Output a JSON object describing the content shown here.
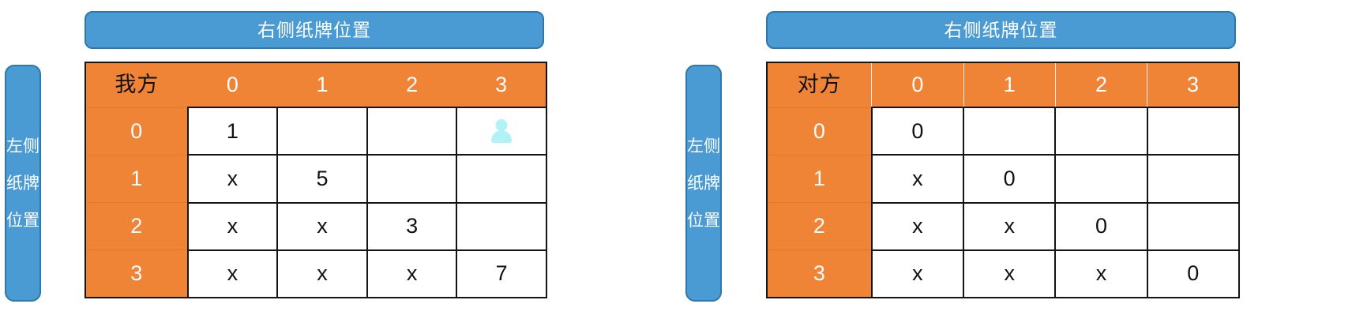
{
  "colors": {
    "banner_fill": "#4a9ad4",
    "banner_border": "#2e77ad",
    "header_orange": "#ef8336",
    "cell_border": "#141414",
    "cell_fill": "#ffffff",
    "person_icon": "#aff2f7"
  },
  "panels": [
    {
      "id": "my-side-matrix",
      "banner_label": "右侧纸牌位置",
      "side_label_segments": [
        "左侧",
        "纸牌",
        "位置"
      ],
      "corner_label": "我方",
      "column_headers": [
        "0",
        "1",
        "2",
        "3"
      ],
      "row_headers": [
        "0",
        "1",
        "2",
        "3"
      ],
      "rows": [
        [
          "1",
          "",
          "",
          "person-icon"
        ],
        [
          "x",
          "5",
          "",
          ""
        ],
        [
          "x",
          "x",
          "3",
          ""
        ],
        [
          "x",
          "x",
          "x",
          "7"
        ]
      ]
    },
    {
      "id": "opponent-side-matrix",
      "banner_label": "右侧纸牌位置",
      "side_label_segments": [
        "左侧",
        "纸牌",
        "位置"
      ],
      "corner_label": "对方",
      "column_headers": [
        "0",
        "1",
        "2",
        "3"
      ],
      "row_headers": [
        "0",
        "1",
        "2",
        "3"
      ],
      "rows": [
        [
          "0",
          "",
          "",
          ""
        ],
        [
          "x",
          "0",
          "",
          ""
        ],
        [
          "x",
          "x",
          "0",
          ""
        ],
        [
          "x",
          "x",
          "x",
          "0"
        ]
      ]
    }
  ]
}
